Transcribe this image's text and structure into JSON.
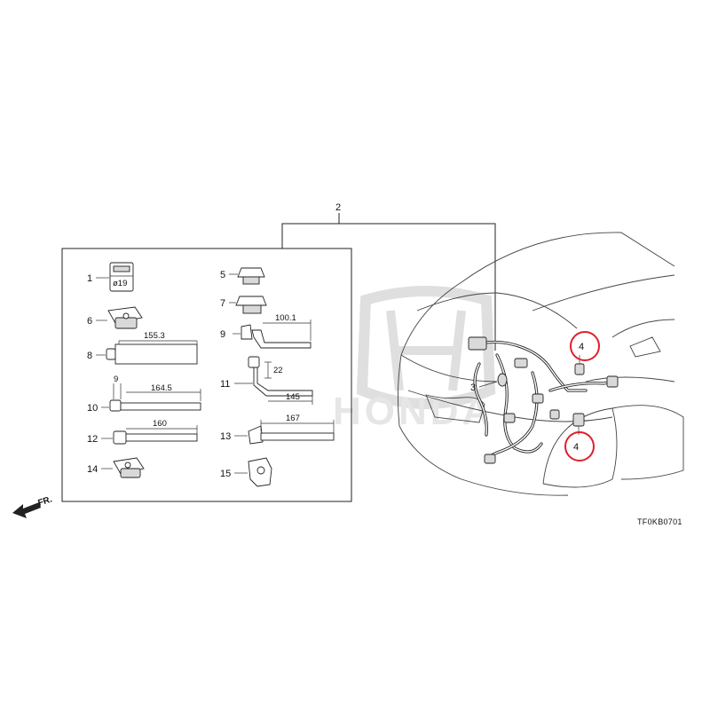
{
  "diagram": {
    "figure_code": "TF0KB0701",
    "direction_label": "FR.",
    "brand_text": "HONDA",
    "callouts": {
      "p1": "1",
      "p2": "2",
      "p3": "3",
      "p4a": "4",
      "p4b": "4",
      "p5": "5",
      "p6": "6",
      "p7": "7",
      "p8": "8",
      "p9": "9",
      "p10": "10",
      "p11": "11",
      "p12": "12",
      "p13": "13",
      "p14": "14",
      "p15": "15"
    },
    "dimensions": {
      "d8": "155.3",
      "d9": "100.1",
      "d10_small": "9",
      "d10": "164.5",
      "d11_small": "22",
      "d11": "145",
      "d12": "160",
      "d13": "167"
    },
    "part1_marking": "ø19",
    "highlight_color": "#e0202a"
  }
}
